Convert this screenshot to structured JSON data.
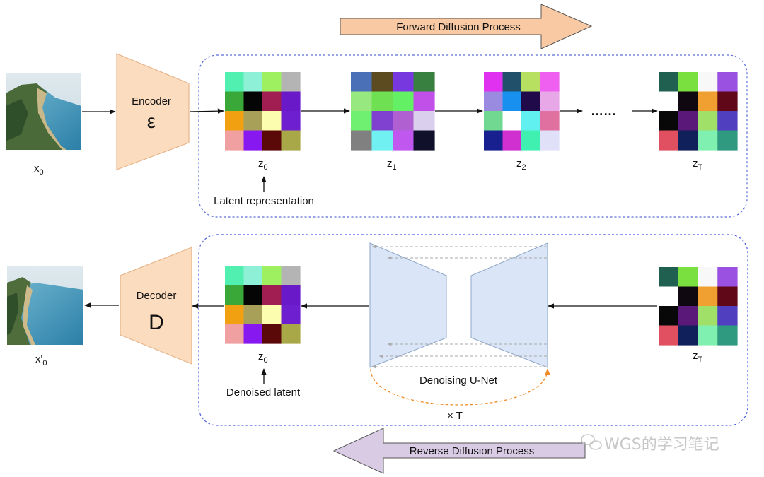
{
  "forward_arrow_label": "Forward Diffusion Process",
  "reverse_arrow_label": "Reverse Diffusion Process",
  "encoder": {
    "label": "Encoder",
    "symbol": "ε"
  },
  "decoder": {
    "label": "Decoder",
    "symbol": "D"
  },
  "input_image_label": {
    "base": "x",
    "sub": "0"
  },
  "output_image_label": {
    "base": "x'",
    "sub": "0"
  },
  "forward_latents": [
    {
      "base": "z",
      "sub": "0"
    },
    {
      "base": "z",
      "sub": "1"
    },
    {
      "base": "z",
      "sub": "2"
    },
    {
      "base": "z",
      "sub": "T"
    }
  ],
  "ellipsis": "……",
  "latent_representation_label": "Latent representation",
  "reverse_start_latent": {
    "base": "z",
    "sub": "T"
  },
  "denoised_latent": {
    "base": "z",
    "sub": "0"
  },
  "denoised_latent_label": "Denoised latent",
  "unet_label": "Denoising U-Net",
  "repeat_label": "× T",
  "watermark": "WGS的学习笔记",
  "colors": {
    "forward_arrow_fill": "#f9c9a3",
    "reverse_arrow_fill": "#d9cbe4",
    "encoder_fill": "#fbdcbe",
    "unet_fill": "#dae6f7",
    "box_border": "#5a6ed8",
    "loop_arrow": "#f08a24"
  },
  "latent_grids": {
    "z0": [
      "#52f0b0",
      "#8ff0d8",
      "#9ef060",
      "#b4b4b4",
      "#3aa838",
      "#050505",
      "#a01e52",
      "#6a19c8",
      "#f0a010",
      "#a8a058",
      "#fdfdb0",
      "#6e20d0",
      "#f0a0a0",
      "#8818f0",
      "#5a0808",
      "#a8a848"
    ],
    "z1": [
      "#4a70b8",
      "#5c4a20",
      "#7838e0",
      "#388040",
      "#98e880",
      "#6ee052",
      "#64f064",
      "#c050e8",
      "#70f070",
      "#8040d0",
      "#b060d0",
      "#dad0ee",
      "#808080",
      "#70f0f0",
      "#c058f0",
      "#10102a"
    ],
    "z2": [
      "#e030f0",
      "#20506a",
      "#b8e060",
      "#f060f0",
      "#9a8ae0",
      "#1890f0",
      "#200a4a",
      "#e8a8e8",
      "#70d890",
      "#ffffff",
      "#60f0f0",
      "#e070a0",
      "#182090",
      "#d030d0",
      "#40f0b0",
      "#e0e0f8"
    ],
    "zT": [
      "#206050",
      "#7ae040",
      "#f8f8f8",
      "#9a50e0",
      "#ffffff",
      "#100810",
      "#f0a030",
      "#600818",
      "#080808",
      "#5a1878",
      "#a0e068",
      "#5040c0",
      "#e05060",
      "#10205a",
      "#80f0b0",
      "#309a80"
    ]
  }
}
